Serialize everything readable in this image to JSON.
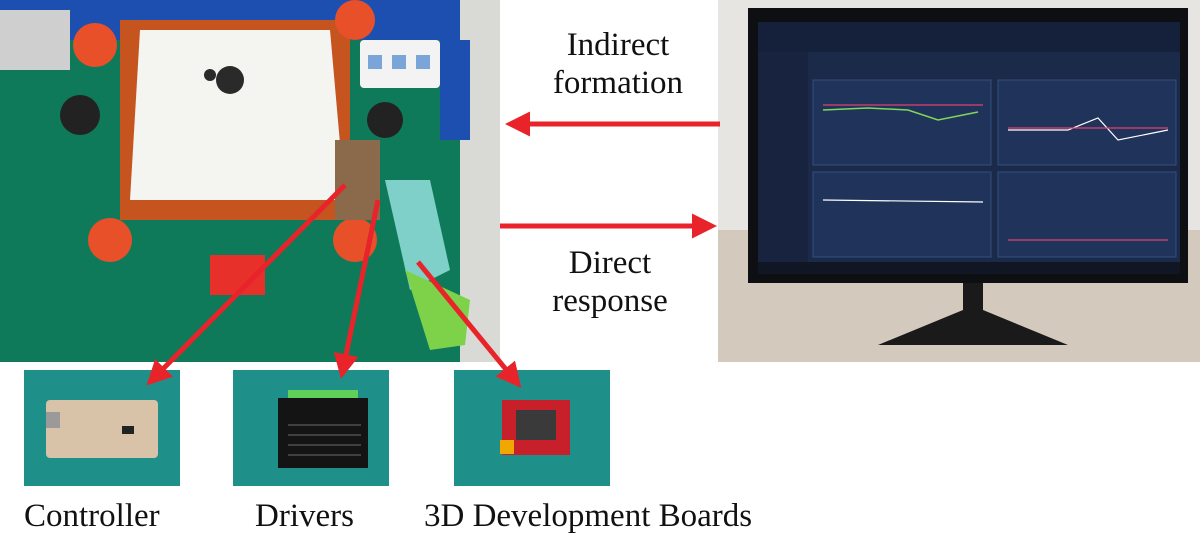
{
  "labels": {
    "indirect": [
      "Indirect",
      "formation"
    ],
    "direct": [
      "Direct",
      "response"
    ]
  },
  "captions": {
    "controller": "Controller",
    "drivers": "Drivers",
    "boards": "3D Development Boards"
  },
  "colors": {
    "arrow": "#e8232a",
    "table_green": "#0f7a5a",
    "robot_orange": "#e8502a",
    "screen_bg": "#1c2a4a",
    "photo_teal": "#1f8f8a"
  }
}
